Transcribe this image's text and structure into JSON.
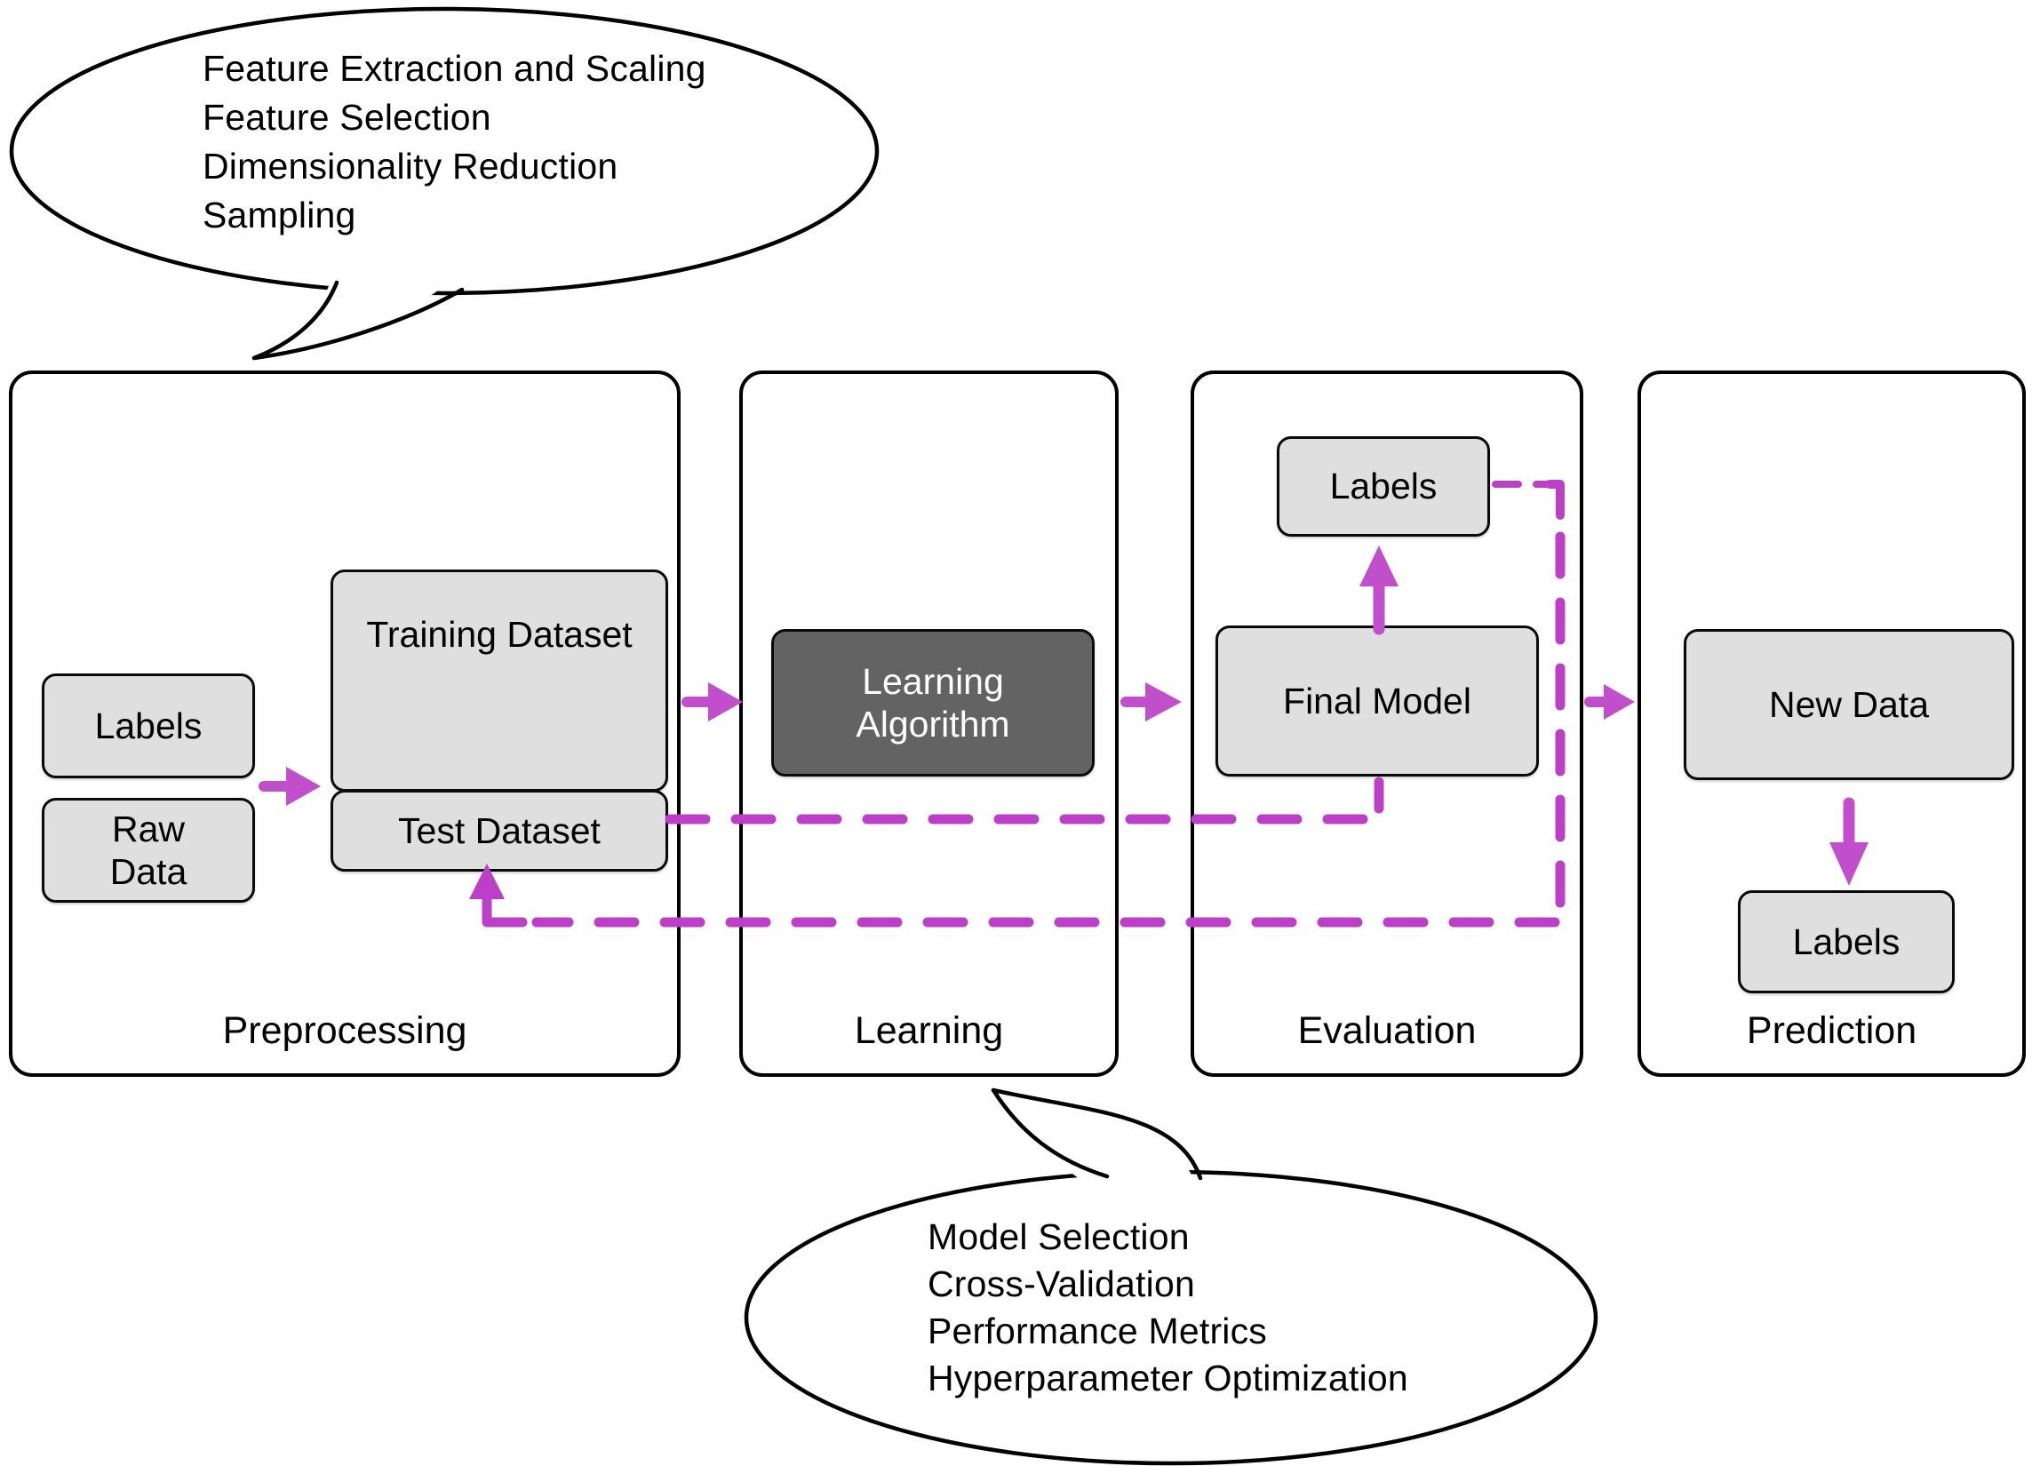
{
  "title": "Machine learning workflow diagram",
  "colors": {
    "arrow_solid": "#C14FCB",
    "arrow_dashed": "#BC3FC8",
    "box_fill": "#DFDFDF",
    "box_fill_dark": "#636363",
    "outline": "#000000",
    "background": "#FFFFFF"
  },
  "top_bubble": {
    "lines": [
      "Feature Extraction and Scaling",
      "Feature Selection",
      "Dimensionality Reduction",
      "Sampling"
    ]
  },
  "bottom_bubble": {
    "lines": [
      "Model Selection",
      "Cross-Validation",
      "Performance Metrics",
      "Hyperparameter Optimization"
    ]
  },
  "panels": {
    "preprocessing": {
      "label": "Preprocessing",
      "boxes": {
        "labels": "Labels",
        "raw_data_lines": [
          "Raw",
          "Data"
        ],
        "training": "Training Dataset",
        "test": "Test Dataset"
      }
    },
    "learning": {
      "label": "Learning",
      "algorithm_lines": [
        "Learning",
        "Algorithm"
      ]
    },
    "evaluation": {
      "label": "Evaluation",
      "boxes": {
        "labels": "Labels",
        "final_model": "Final Model"
      }
    },
    "prediction": {
      "label": "Prediction",
      "boxes": {
        "new_data": "New Data",
        "labels": "Labels"
      }
    }
  }
}
